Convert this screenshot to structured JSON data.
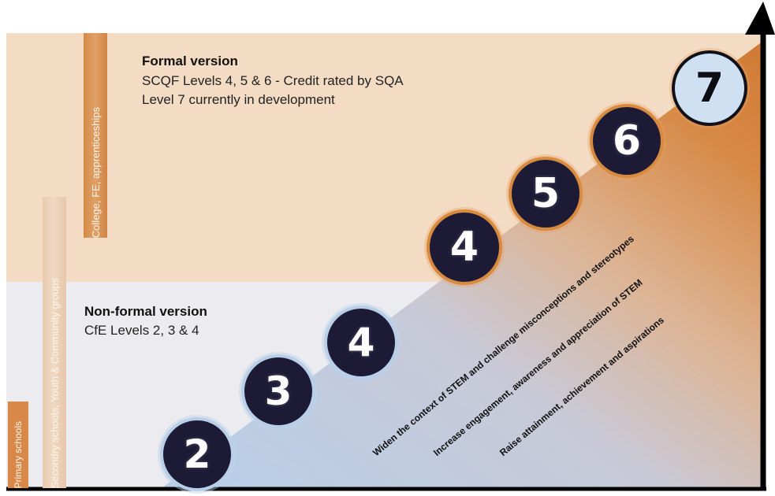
{
  "formal": {
    "heading": "Formal version",
    "line1": "SCQF Levels 4, 5 & 6 - Credit rated by SQA",
    "line2": "Level 7 currently in development"
  },
  "nonformal": {
    "heading": "Non-formal version",
    "line1": "CfE Levels 2, 3 & 4"
  },
  "bars": {
    "primary": "Primary schools",
    "secondary": "Secondry schools, Youth & Community groups",
    "college": "College, FE, apprenticeships"
  },
  "badges": [
    "2",
    "3",
    "4",
    "4",
    "5",
    "6",
    "7"
  ],
  "outcomes": {
    "widen": "Widen the context of STEM and challenge misconceptions and stereotypes",
    "increase": "Increase engagement, awareness and appreciation of STEM",
    "raise": "Raise attainment, achievement and aspirations"
  },
  "colors": {
    "formal_band": "#f3dcc3",
    "nonformal_band": "#ecebef",
    "accent_orange": "#d8894a",
    "badge_fill": "#1d1a36",
    "level7_fill": "#cfe0f3"
  }
}
